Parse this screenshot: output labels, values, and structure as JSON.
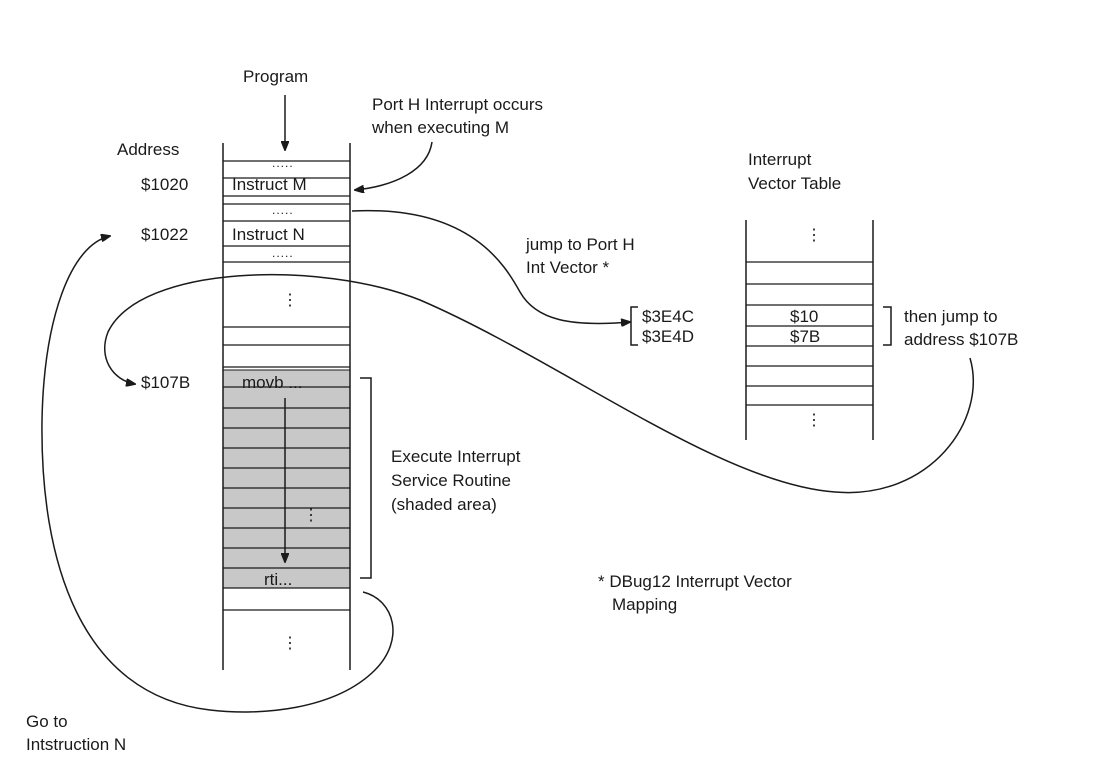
{
  "program_label": "Program",
  "address_header": "Address",
  "interrupt_note_1": "Port H Interrupt occurs",
  "interrupt_note_2": "when executing M",
  "memory": {
    "addr_1020": "$1020",
    "addr_1022": "$1022",
    "addr_107B": "$107B",
    "instr_m": "Instruct M",
    "instr_n": "Instruct N",
    "isr_first": "movb ...",
    "isr_last": "rti...",
    "dots": ".....",
    "vdots": "⋮"
  },
  "jump_note_1": "jump to Port H",
  "jump_note_2": "Int Vector *",
  "ivt_title_1": "Interrupt",
  "ivt_title_2": "Vector Table",
  "ivt": {
    "addr_3E4C": "$3E4C",
    "addr_3E4D": "$3E4D",
    "val_10": "$10",
    "val_7B": "$7B"
  },
  "then_jump_1": "then jump to",
  "then_jump_2": "address $107B",
  "isr_note_1": "Execute Interrupt",
  "isr_note_2": "Service Routine",
  "isr_note_3": "(shaded area)",
  "footnote_1": "* DBug12 Interrupt Vector",
  "footnote_2": "Mapping",
  "goto_1": "Go to",
  "goto_2": "Intstruction N",
  "colors": {
    "shade": "#c8c8c8",
    "ink": "#1a1a1a"
  }
}
